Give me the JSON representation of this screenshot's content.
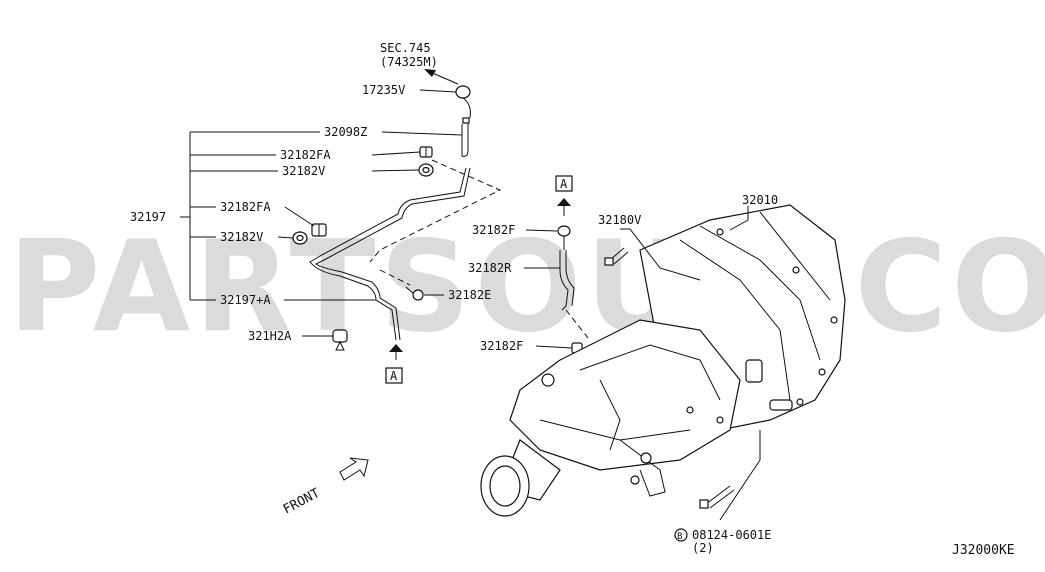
{
  "watermark": "PARTSOUQ.COM",
  "diagram_code": "J32000KE",
  "front_label": "FRONT",
  "ref": {
    "sec_line1": "SEC.745",
    "sec_line2": "(74325M)",
    "marker_a": "A"
  },
  "parts": {
    "p17235V": "17235V",
    "p32098Z": "32098Z",
    "p32182FA_1": "32182FA",
    "p32182V_1": "32182V",
    "p32197": "32197",
    "p32182FA_2": "32182FA",
    "p32182V_2": "32182V",
    "p32197A": "32197+A",
    "p321H2A": "321H2A",
    "p32182E": "32182E",
    "p32182F_1": "32182F",
    "p32182R": "32182R",
    "p32182F_2": "32182F",
    "p32180V": "32180V",
    "p32010": "32010",
    "bolt_symbol": "B",
    "bolt_code": "08124-0601E",
    "bolt_qty": "(2)"
  }
}
